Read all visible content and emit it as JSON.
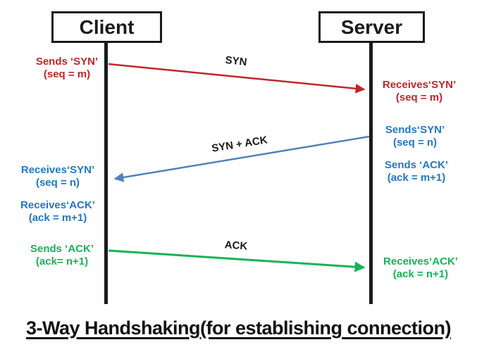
{
  "diagram": {
    "actors": [
      {
        "id": "client",
        "label": "Client"
      },
      {
        "id": "server",
        "label": "Server"
      }
    ],
    "messages": [
      {
        "label": "SYN",
        "from": "client",
        "to": "server",
        "color": "#c0262b"
      },
      {
        "label": "SYN + ACK",
        "from": "server",
        "to": "client",
        "color": "#4f81bd"
      },
      {
        "label": "ACK",
        "from": "client",
        "to": "server",
        "color": "#17b257"
      }
    ],
    "annotations": [
      {
        "side": "left",
        "event": "client-sends-syn",
        "line1": "Sends ‘SYN’",
        "line2": "(seq = m)",
        "color": "#bf262c"
      },
      {
        "side": "right",
        "event": "server-receives-syn",
        "line1": "Receives‘SYN’",
        "line2": "(seq = m)",
        "color": "#bf262c"
      },
      {
        "side": "right",
        "event": "server-sends-syn",
        "line1": "Sends‘SYN’",
        "line2": "(seq = n)",
        "color": "#2277c2"
      },
      {
        "side": "right",
        "event": "server-sends-ack",
        "line1": "Sends ‘ACK’",
        "line2": "(ack = m+1)",
        "color": "#2277c2"
      },
      {
        "side": "left",
        "event": "client-receives-syn",
        "line1": "Receives‘SYN’",
        "line2": "(seq = n)",
        "color": "#2277c2"
      },
      {
        "side": "left",
        "event": "client-receives-ack",
        "line1": "Receives‘ACK’",
        "line2": "(ack = m+1)",
        "color": "#2277c2"
      },
      {
        "side": "left",
        "event": "client-sends-ack",
        "line1": "Sends ‘ACK’",
        "line2": "(ack= n+1)",
        "color": "#17b257"
      },
      {
        "side": "right",
        "event": "server-receives-ack",
        "line1": "Receives‘ACK’",
        "line2": "(ack = n+1)",
        "color": "#17b257"
      }
    ],
    "caption": "3-Way Handshaking(for establishing connection)",
    "colors": {
      "syn_red": "#c0262b",
      "syn_ack_blue_arrow": "#4f81bd",
      "blue_text": "#2277c2",
      "ack_green": "#17b257",
      "ink_black": "#1a1a1a"
    }
  }
}
